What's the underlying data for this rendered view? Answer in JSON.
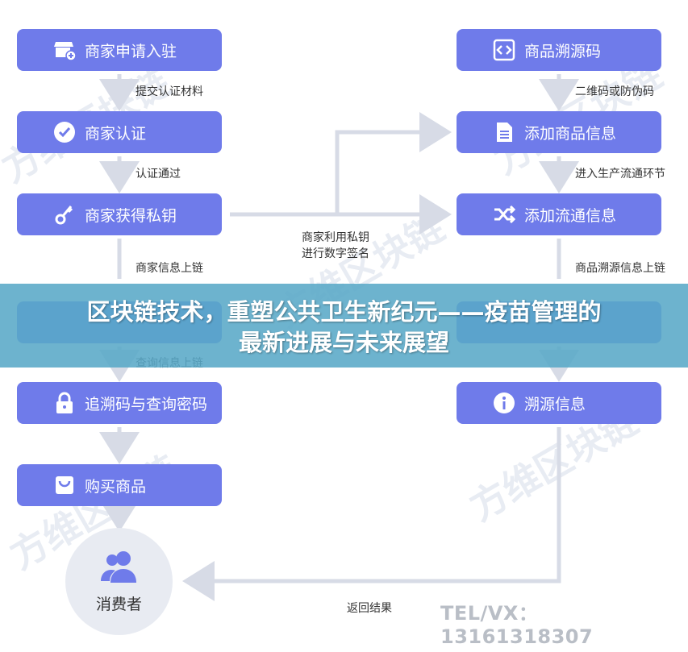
{
  "banner": {
    "line1": "区块链技术，重塑公共卫生新纪元——疫苗管理的",
    "line2": "最新进展与未来展望"
  },
  "left_nodes": [
    {
      "label": "商家申请入驻",
      "icon": "store-plus-icon"
    },
    {
      "label": "商家认证",
      "icon": "check-circle-icon"
    },
    {
      "label": "商家获得私钥",
      "icon": "key-icon"
    },
    {
      "label": "",
      "icon": ""
    },
    {
      "label": "追溯码与查询密码",
      "icon": "lock-icon"
    },
    {
      "label": "购买商品",
      "icon": "shopping-bag-icon"
    }
  ],
  "right_nodes": [
    {
      "label": "商品溯源码",
      "icon": "code-icon"
    },
    {
      "label": "添加商品信息",
      "icon": "document-icon"
    },
    {
      "label": "添加流通信息",
      "icon": "shuffle-icon"
    },
    {
      "label": "",
      "icon": ""
    },
    {
      "label": "溯源信息",
      "icon": "info-icon"
    }
  ],
  "edge_labels": {
    "submit": "提交认证材料",
    "passed": "认证通过",
    "merchant_chain": "商家信息上链",
    "query_chain": "查询信息上链",
    "qr": "二维码或防伪码",
    "circulation": "进入生产流通环节",
    "trace_chain": "商品溯源信息上链",
    "sign_line1": "商家利用私钥",
    "sign_line2": "进行数字签名",
    "return": "返回结果"
  },
  "consumer": {
    "label": "消费者",
    "icon": "user-group-icon"
  },
  "watermark": "方维区块链",
  "contact": "TEL/VX：13161318307",
  "colors": {
    "node": "#6f7bea",
    "banner": "#59a8c7",
    "arrow": "#d7dbe6"
  }
}
